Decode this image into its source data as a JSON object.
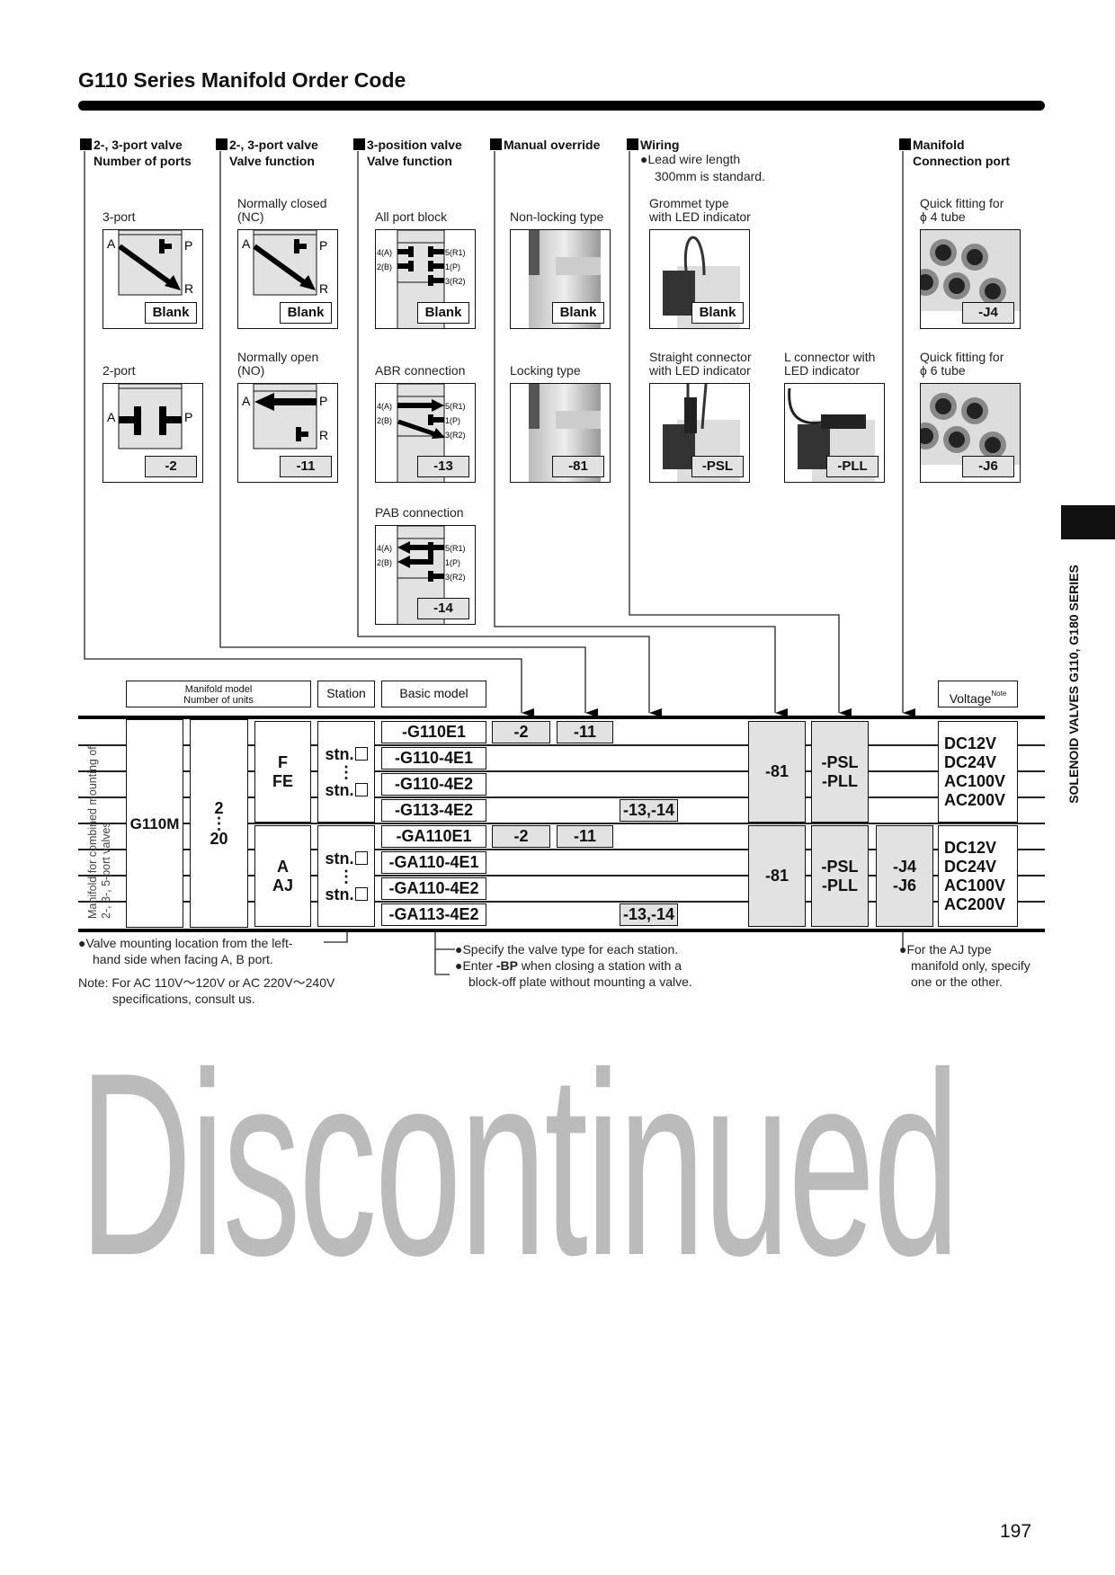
{
  "title": "G110 Series Manifold Order Code",
  "side_tab": "SOLENOID VALVES G110, G180 SERIES",
  "page_number": "197",
  "watermark": "Discontinued",
  "sections": [
    {
      "line1": "2-, 3-port valve",
      "line2": "Number of ports"
    },
    {
      "line1": "2-, 3-port valve",
      "line2": "Valve function"
    },
    {
      "line1": "3-position valve",
      "line2": "Valve function"
    },
    {
      "line1": "Manual override",
      "line2": ""
    },
    {
      "line1": "Wiring",
      "line2": ""
    },
    {
      "line1": "Manifold",
      "line2": "Connection port"
    }
  ],
  "wiring_note": {
    "line1": "●Lead wire length",
    "line2": "300mm is standard."
  },
  "options": [
    {
      "label": [
        "3-port"
      ],
      "code": "Blank",
      "diagram": "3port"
    },
    {
      "label": [
        "2-port"
      ],
      "code": "-2",
      "diagram": "2port"
    },
    {
      "label": [
        "Normally closed",
        "(NC)"
      ],
      "code": "Blank",
      "diagram": "nc"
    },
    {
      "label": [
        "Normally open",
        "(NO)"
      ],
      "code": "-11",
      "diagram": "no"
    },
    {
      "label": [
        "All port block"
      ],
      "code": "Blank",
      "diagram": "block",
      "ports": [
        "4(A)",
        "2(B)",
        "5(R1)",
        "1(P)",
        "3(R2)"
      ]
    },
    {
      "label": [
        "ABR connection"
      ],
      "code": "-13",
      "diagram": "abr",
      "ports": [
        "4(A)",
        "2(B)",
        "5(R1)",
        "1(P)",
        "3(R2)"
      ]
    },
    {
      "label": [
        "PAB connection"
      ],
      "code": "-14",
      "diagram": "pab",
      "ports": [
        "4(A)",
        "2(B)",
        "5(R1)",
        "1(P)",
        "3(R2)"
      ]
    },
    {
      "label": [
        "Non-locking type"
      ],
      "code": "Blank",
      "diagram": "valve-photo"
    },
    {
      "label": [
        "Locking type"
      ],
      "code": "-81",
      "diagram": "valve-photo"
    },
    {
      "label": [
        "Grommet type",
        "with LED indicator"
      ],
      "code": "Blank",
      "diagram": "grommet-photo"
    },
    {
      "label": [
        "Straight connector",
        "with LED indicator"
      ],
      "code": "-PSL",
      "diagram": "straight-photo"
    },
    {
      "label": [
        "L connector with",
        "LED indicator"
      ],
      "code": "-PLL",
      "diagram": "l-photo"
    },
    {
      "label": [
        "Quick fitting for",
        "ϕ 4 tube"
      ],
      "code": "-J4",
      "diagram": "fitting-photo"
    },
    {
      "label": [
        "Quick fitting for",
        "ϕ 6 tube"
      ],
      "code": "-J6",
      "diagram": "fitting-photo"
    }
  ],
  "port_letters": {
    "a": "A",
    "p": "P",
    "r": "R"
  },
  "table": {
    "headers": {
      "manifold_model": "Manifold model",
      "number_of_units": "Number of units",
      "station": "Station",
      "basic_model": "Basic model",
      "voltage": "Voltage",
      "voltage_note": "Note"
    },
    "row_label": [
      "Manifold for combined mounting of",
      "2-, 3-, 5-port valves"
    ],
    "manifold": "G110M",
    "units": [
      "2",
      "⋮",
      "20"
    ],
    "groups": [
      {
        "types": [
          "F",
          "FE"
        ],
        "station": [
          "stn.",
          "⋮",
          "stn."
        ],
        "rows": [
          {
            "model": "-G110E1",
            "ports": "-2",
            "function": "-11",
            "three_position": ""
          },
          {
            "model": "-G110-4E1",
            "ports": "",
            "function": "",
            "three_position": ""
          },
          {
            "model": "-G110-4E2",
            "ports": "",
            "function": "",
            "three_position": ""
          },
          {
            "model": "-G113-4E2",
            "ports": "",
            "function": "",
            "three_position": "-13,-14"
          }
        ],
        "manual_override": "-81",
        "wiring": [
          "-PSL",
          "-PLL"
        ],
        "connection_port": [],
        "voltage": [
          "DC12V",
          "DC24V",
          "AC100V",
          "AC200V"
        ]
      },
      {
        "types": [
          "A",
          "AJ"
        ],
        "station": [
          "stn.",
          "⋮",
          "stn."
        ],
        "rows": [
          {
            "model": "-GA110E1",
            "ports": "-2",
            "function": "-11",
            "three_position": ""
          },
          {
            "model": "-GA110-4E1",
            "ports": "",
            "function": "",
            "three_position": ""
          },
          {
            "model": "-GA110-4E2",
            "ports": "",
            "function": "",
            "three_position": ""
          },
          {
            "model": "-GA113-4E2",
            "ports": "",
            "function": "",
            "three_position": "-13,-14"
          }
        ],
        "manual_override": "-81",
        "wiring": [
          "-PSL",
          "-PLL"
        ],
        "connection_port": [
          "-J4",
          "-J6"
        ],
        "voltage": [
          "DC12V",
          "DC24V",
          "AC100V",
          "AC200V"
        ]
      }
    ]
  },
  "notes": {
    "mounting": [
      "●Valve mounting location from the left-",
      "hand side when facing A, B port."
    ],
    "voltage_note": [
      "Note: For AC 110V～120V or AC 220V～240V",
      "specifications, consult us."
    ],
    "specify": "●Specify the valve type for each station.",
    "bp_prefix": "●Enter ",
    "bp_code": "-BP",
    "bp_suffix": " when closing a station with a",
    "bp_line2": "block-off plate without mounting a valve.",
    "aj": [
      "●For the AJ type",
      "manifold only, specify",
      "one or the other."
    ]
  }
}
